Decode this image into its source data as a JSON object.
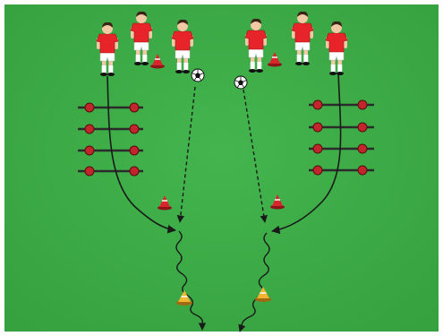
{
  "diagram": {
    "type": "soccer-drill",
    "pitch_color": "#3fae49",
    "border_color": "#ffffff",
    "players": [
      {
        "id": "left-dribbler",
        "team": "red",
        "pose": "running",
        "has_ball": false
      },
      {
        "id": "left-waiting",
        "team": "red",
        "pose": "standing",
        "has_ball": false
      },
      {
        "id": "left-striker",
        "team": "red",
        "pose": "kicking",
        "has_ball": true
      },
      {
        "id": "right-striker",
        "team": "red",
        "pose": "kicking",
        "has_ball": true
      },
      {
        "id": "right-waiting",
        "team": "red",
        "pose": "standing",
        "has_ball": false
      },
      {
        "id": "right-dribbler",
        "team": "red",
        "pose": "running",
        "has_ball": false
      }
    ],
    "colors": {
      "jersey": "#e8242b",
      "shorts": "#ffffff",
      "skin": "#f1c9a5",
      "hair": "#3b2316",
      "cone_red": "#d9262d",
      "cone_yellow": "#f3b531",
      "hurdle_bar": "#2b2b2b",
      "hurdle_post": "#c0262b",
      "path_line": "#1a1a1a"
    },
    "hurdle_rows_per_side": 4,
    "cones": {
      "red": 4,
      "yellow": 2
    },
    "balls": 2,
    "path_legend": {
      "solid": "player run",
      "dashed": "pass",
      "wavy": "dribble"
    }
  }
}
